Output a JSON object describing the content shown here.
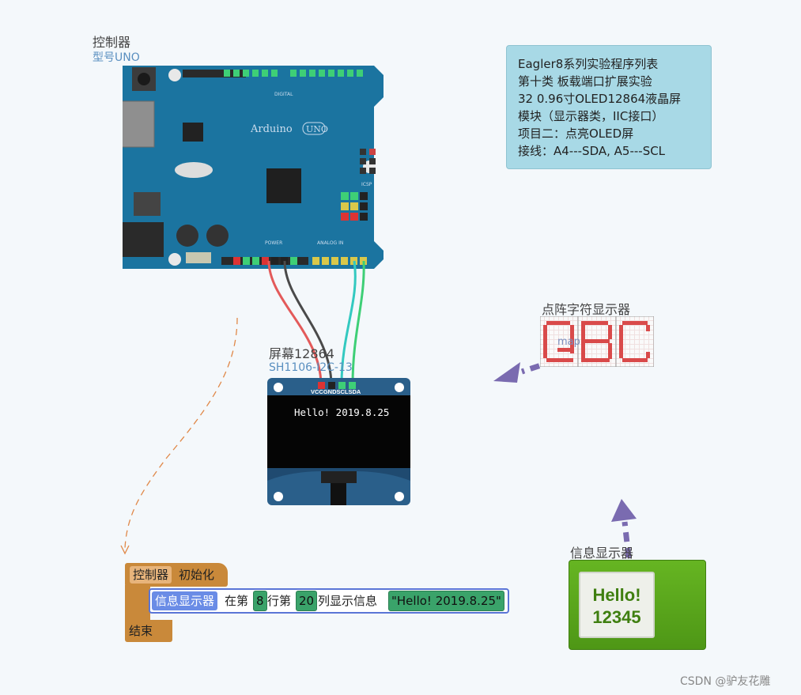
{
  "controller": {
    "title": "控制器",
    "model": "型号UNO"
  },
  "board_labels": {
    "brand": "Arduino",
    "uno": "UNO",
    "digital": "DIGITAL",
    "power": "POWER",
    "analog": "ANALOG IN",
    "icsp": "ICSP"
  },
  "note": {
    "lines": [
      "Eagler8系列实验程序列表",
      "第十类 板载端口扩展实验",
      "32 0.96寸OLED12864液晶屏",
      "模块（显示器类，IIC接口）",
      "项目二：点亮OLED屏",
      "接线：A4---SDA, A5---SCL"
    ]
  },
  "screen": {
    "title": "屏幕12864",
    "model": "SH1106-I2C-13",
    "pins": "VCCGNDSCLSDA",
    "text": "Hello! 2019.8.25"
  },
  "dotmatrix": {
    "title": "点阵字符显示器",
    "overlay": "map"
  },
  "infodisplay": {
    "title": "信息显示器",
    "line1": "Hello!",
    "line2": "12345"
  },
  "blocks": {
    "init_controller": "控制器",
    "init_label": "初始化",
    "disp_target": "信息显示器",
    "at": "在第",
    "row": "8",
    "row_label": "行第",
    "col": "20",
    "col_label": "列显示信息",
    "message": "\"Hello! 2019.8.25\"",
    "end": "结束"
  },
  "watermark": "CSDN @驴友花雕",
  "colors": {
    "board": "#1b74a0",
    "note_bg": "#a8d9e6",
    "wire_red": "#e35a5a",
    "wire_dark": "#4a4a4a",
    "wire_green": "#3ecf76",
    "wire_cyan": "#33c9c0",
    "arrow": "#7a6bb0",
    "block_orange": "#c9893a"
  }
}
